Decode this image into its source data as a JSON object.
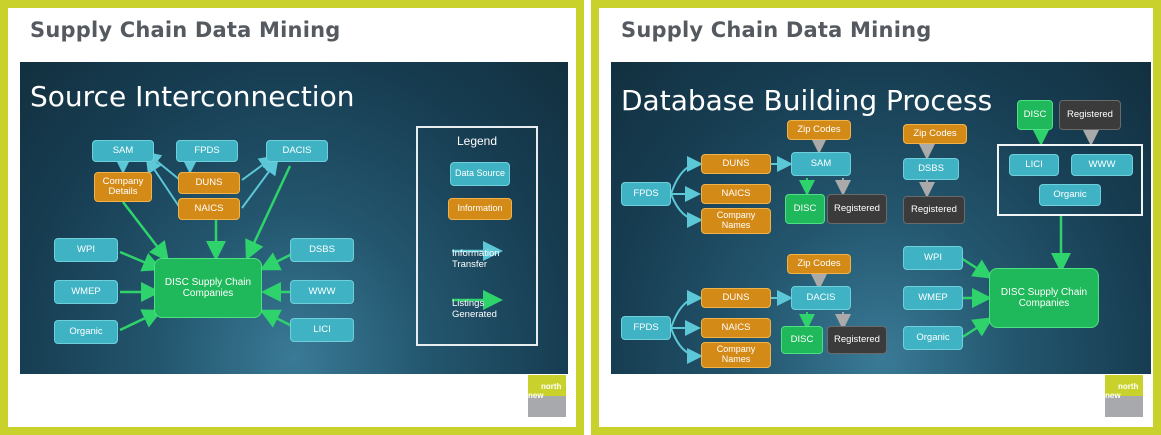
{
  "slides": [
    {
      "header": "Supply Chain Data Mining",
      "title": "Source Interconnection",
      "nodes": {
        "sam": "SAM",
        "fpds": "FPDS",
        "dacis": "DACIS",
        "company_details": "Company Details",
        "duns": "DUNS",
        "naics": "NAICS",
        "wpi": "WPI",
        "wmep": "WMEP",
        "organic": "Organic",
        "disc": "DISC Supply Chain Companies",
        "dsbs": "DSBS",
        "www": "WWW",
        "lici": "LICI"
      },
      "legend": {
        "title": "Legend",
        "data_source": "Data Source",
        "information": "Information",
        "info_transfer": "Information Transfer",
        "listings": "Listings Generated"
      },
      "logo": {
        "line1": "north",
        "line2": "new"
      }
    },
    {
      "header": "Supply Chain Data Mining",
      "title": "Database Building Process",
      "top": {
        "fpds": "FPDS",
        "duns": "DUNS",
        "naics": "NAICS",
        "company_names": "Company Names",
        "zip": "Zip Codes",
        "sam": "SAM",
        "disc": "DISC",
        "registered": "Registered"
      },
      "middle": {
        "zip": "Zip Codes",
        "dsbs": "DSBS",
        "registered": "Registered"
      },
      "bottom": {
        "fpds": "FPDS",
        "duns": "DUNS",
        "naics": "NAICS",
        "company_names": "Company Names",
        "zip": "Zip Codes",
        "dacis": "DACIS",
        "disc": "DISC",
        "registered": "Registered"
      },
      "group": {
        "disc": "DISC",
        "registered": "Registered",
        "lici": "LICI",
        "www": "WWW",
        "organic": "Organic"
      },
      "right": {
        "wpi": "WPI",
        "wmep": "WMEP",
        "organic": "Organic",
        "disc_supply": "DISC Supply Chain Companies"
      },
      "logo": {
        "line1": "north",
        "line2": "new"
      }
    }
  ]
}
